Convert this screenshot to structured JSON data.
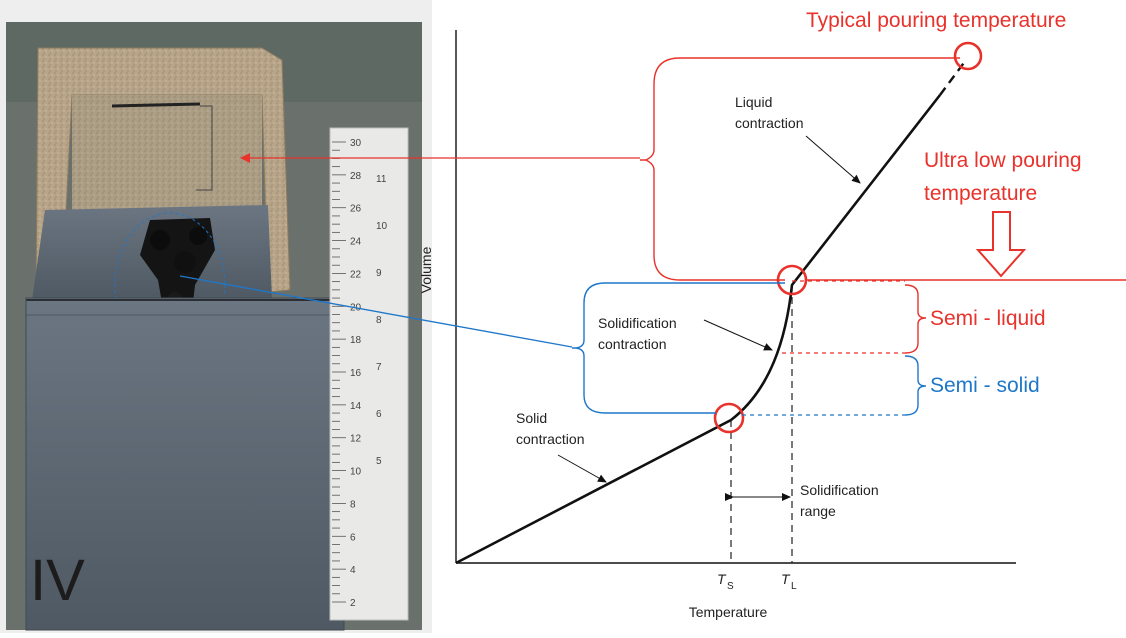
{
  "photo": {
    "specimen_mark": "IV",
    "ruler_marks_outer": [
      "30",
      "28",
      "26",
      "24",
      "22",
      "20",
      "18",
      "16",
      "14",
      "12",
      "10",
      "8",
      "6",
      "4",
      "2"
    ],
    "ruler_marks_inner": [
      "11",
      "10",
      "9",
      "8",
      "7",
      "6",
      "5"
    ]
  },
  "graph": {
    "y_axis_label": "Volume",
    "x_axis_label": "Temperature",
    "ts_symbol": "T",
    "ts_sub": "S",
    "tl_symbol": "T",
    "tl_sub": "L",
    "liquid_contraction": [
      "Liquid",
      "contraction"
    ],
    "solidification_contraction": [
      "Solidification",
      "contraction"
    ],
    "solid_contraction": [
      "Solid",
      "contraction"
    ],
    "solidification_range": [
      "Solidification",
      "range"
    ]
  },
  "annotations": {
    "typical_pouring": "Typical pouring temperature",
    "ultra_low_pouring": [
      "Ultra low pouring",
      "temperature"
    ],
    "semi_liquid": "Semi - liquid",
    "semi_solid": "Semi - solid"
  },
  "colors": {
    "red": "#e8322b",
    "blue": "#1f77c9",
    "curve": "#111111",
    "sand": "#b7a488",
    "steel": "#5c6772",
    "ruler": "#e9e9e7"
  }
}
